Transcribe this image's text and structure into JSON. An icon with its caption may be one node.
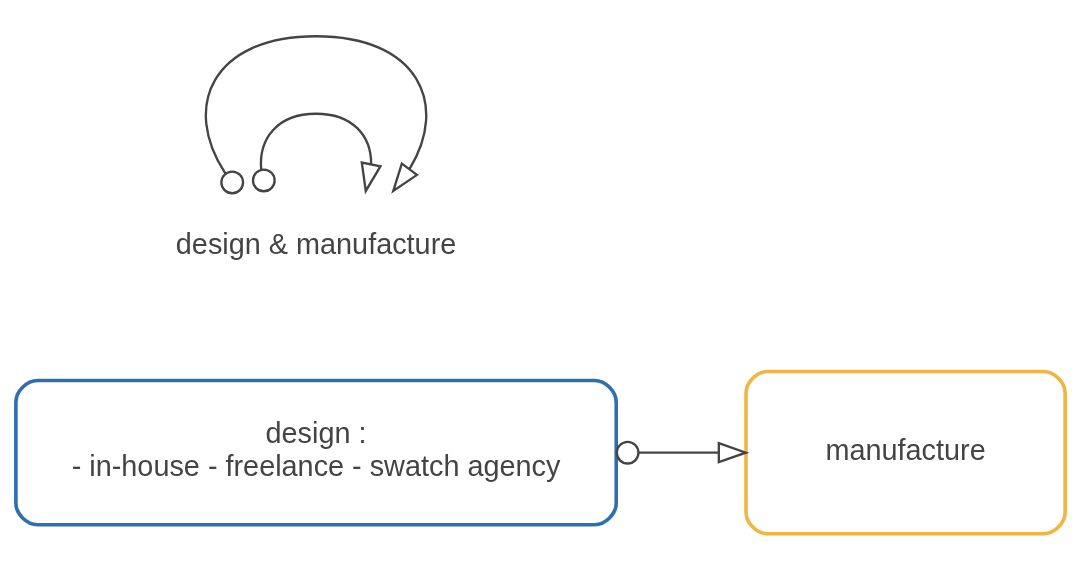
{
  "diagram": {
    "nodes": [
      {
        "text": [
          "design :",
          "- in-house - freelance - swatch agency"
        ]
      },
      {
        "text": [
          "manufacture"
        ]
      },
      {
        "text": [
          "design & manufacture"
        ]
      }
    ],
    "edges": [
      {
        "from": 0,
        "to": 1,
        "arrow": "to"
      },
      {
        "from": 2,
        "to": 2,
        "arrow": "to"
      },
      {
        "from": 2,
        "to": 2,
        "arrow": "to"
      }
    ]
  }
}
